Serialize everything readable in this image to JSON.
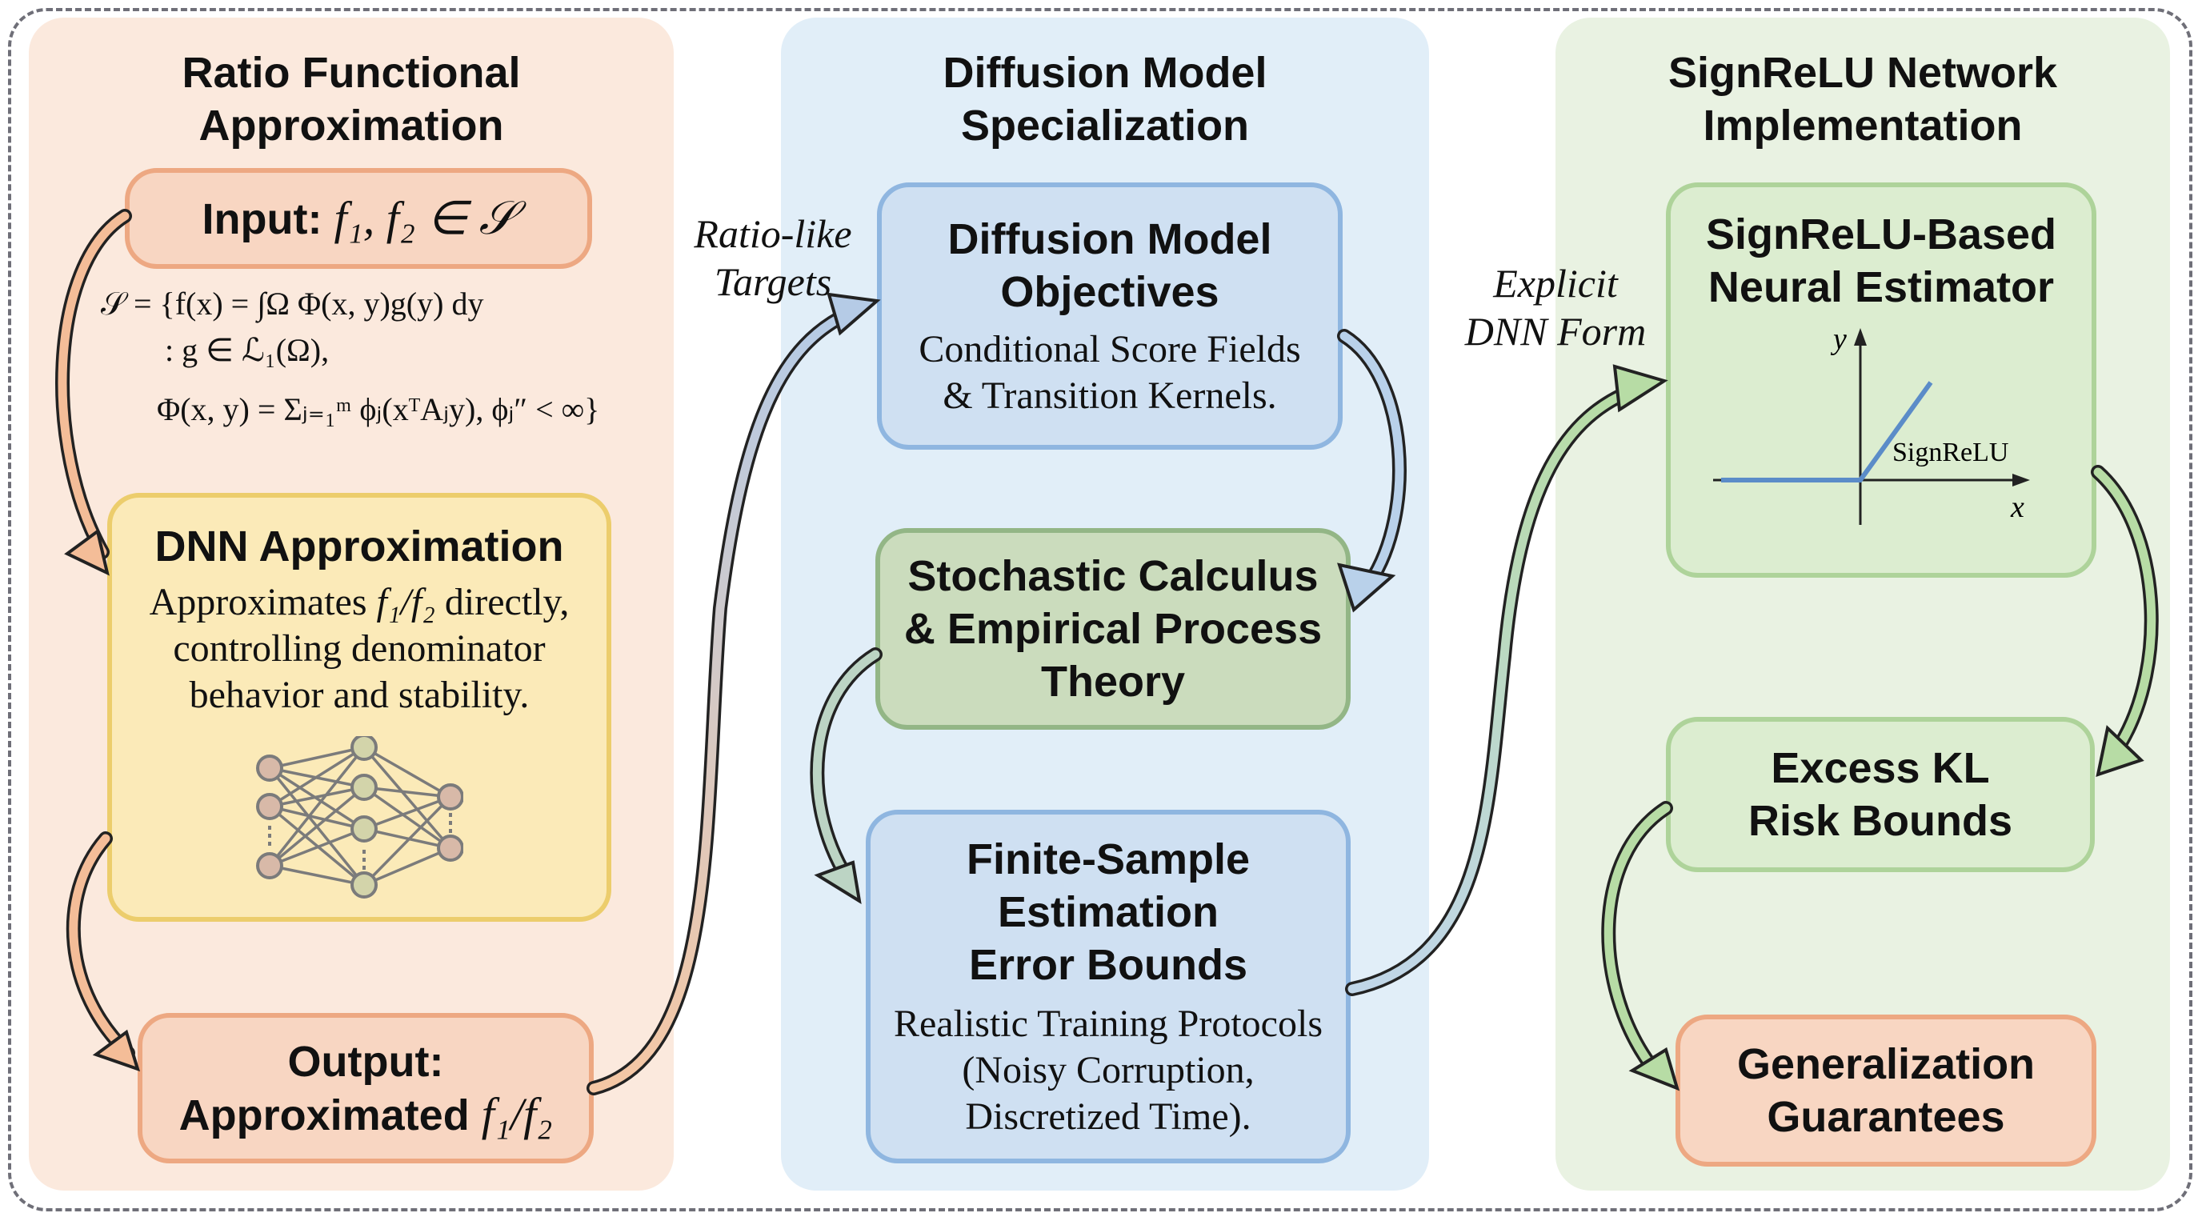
{
  "frame": {
    "style": "dashed"
  },
  "columns": [
    {
      "title": "Ratio Functional\nApproximation",
      "color": "#fbe9dd",
      "input_box": {
        "label": "Input:",
        "math": "f₁, f₂ ∈ 𝒮"
      },
      "formula": {
        "line1": "𝒮 = {f(x) = ∫Ω Φ(x, y)g(y) dy",
        "line2": ": g ∈ ℒ₁(Ω),",
        "line3": "Φ(x, y) = Σⱼ₌₁ᵐ ϕⱼ(xᵀAⱼy), ϕⱼ″ < ∞}"
      },
      "dnn_box": {
        "title": "DNN Approximation",
        "desc_pre": "Approximates ",
        "desc_math": "f₁/f₂",
        "desc_post": " directly,",
        "desc_line2": "controlling denominator",
        "desc_line3": "behavior and stability.",
        "icon": "neural-network-icon"
      },
      "output_box": {
        "label_line1": "Output:",
        "label_line2": "Approximated ",
        "math": "f₁/f₂"
      }
    },
    {
      "title": "Diffusion Model\nSpecialization",
      "color": "#e1eef8",
      "objectives_box": {
        "title": "Diffusion Model\nObjectives",
        "desc": "Conditional Score Fields\n& Transition Kernels."
      },
      "stochastic_box": {
        "title": "Stochastic Calculus\n& Empirical Process\nTheory"
      },
      "finite_box": {
        "title": "Finite-Sample\nEstimation\nError Bounds",
        "desc": "Realistic Training Protocols\n(Noisy Corruption,\nDiscretized Time)."
      }
    },
    {
      "title": "SignReLU Network\nImplementation",
      "color": "#e9f2e2",
      "estimator_box": {
        "title": "SignReLU-Based\nNeural Estimator",
        "plot": {
          "y_label": "y",
          "x_label": "x",
          "curve_label": "SignReLU",
          "curve_color": "#5b8cc8"
        }
      },
      "kl_box": {
        "title": "Excess KL\nRisk Bounds"
      },
      "generalization_box": {
        "title": "Generalization\nGuarantees"
      }
    }
  ],
  "edge_labels": {
    "ratio_targets": "Ratio-like\nTargets",
    "explicit_dnn": "Explicit\nDNN Form"
  },
  "colors": {
    "orange_fill": "#f8d6c2",
    "orange_border": "#eda882",
    "yellow_fill": "#fbeab8",
    "yellow_border": "#eccd6c",
    "blue_fill": "#cfe0f2",
    "blue_border": "#8fb6e0",
    "green_fill": "#cbdcbd",
    "green_border": "#93b686",
    "light_green_fill": "#dcedd0",
    "light_green_border": "#aed39a"
  }
}
